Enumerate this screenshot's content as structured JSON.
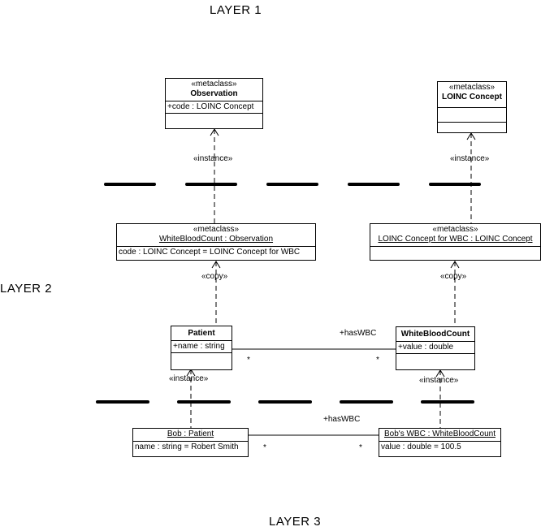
{
  "layers": [
    "LAYER 1",
    "LAYER 2",
    "LAYER 3"
  ],
  "classes": {
    "observation": {
      "stereotype": "«metaclass»",
      "name": "Observation",
      "attribute": "+code : LOINC Concept"
    },
    "loinc_concept": {
      "stereotype": "«metaclass»",
      "name": "LOINC Concept"
    },
    "wbc_observation": {
      "stereotype": "«metaclass»",
      "name": "WhiteBloodCount : Observation",
      "attribute": "code : LOINC Concept = LOINC Concept for WBC"
    },
    "loinc_wbc": {
      "stereotype": "«metaclass»",
      "name": "LOINC Concept for WBC : LOINC Concept"
    },
    "patient": {
      "name": "Patient",
      "attribute": "+name : string"
    },
    "white_blood_count": {
      "name": "WhiteBloodCount",
      "attribute": "+value : double"
    },
    "bob": {
      "name": "Bob : Patient",
      "attribute": "name : string = Robert Smith"
    },
    "bobs_wbc": {
      "name": "Bob's WBC : WhiteBloodCount",
      "attribute": "value : double = 100.5"
    }
  },
  "relations": {
    "instance_label": "«instance»",
    "copy_label": "«copy»",
    "association_label": "+hasWBC",
    "multiplicity": "*"
  }
}
